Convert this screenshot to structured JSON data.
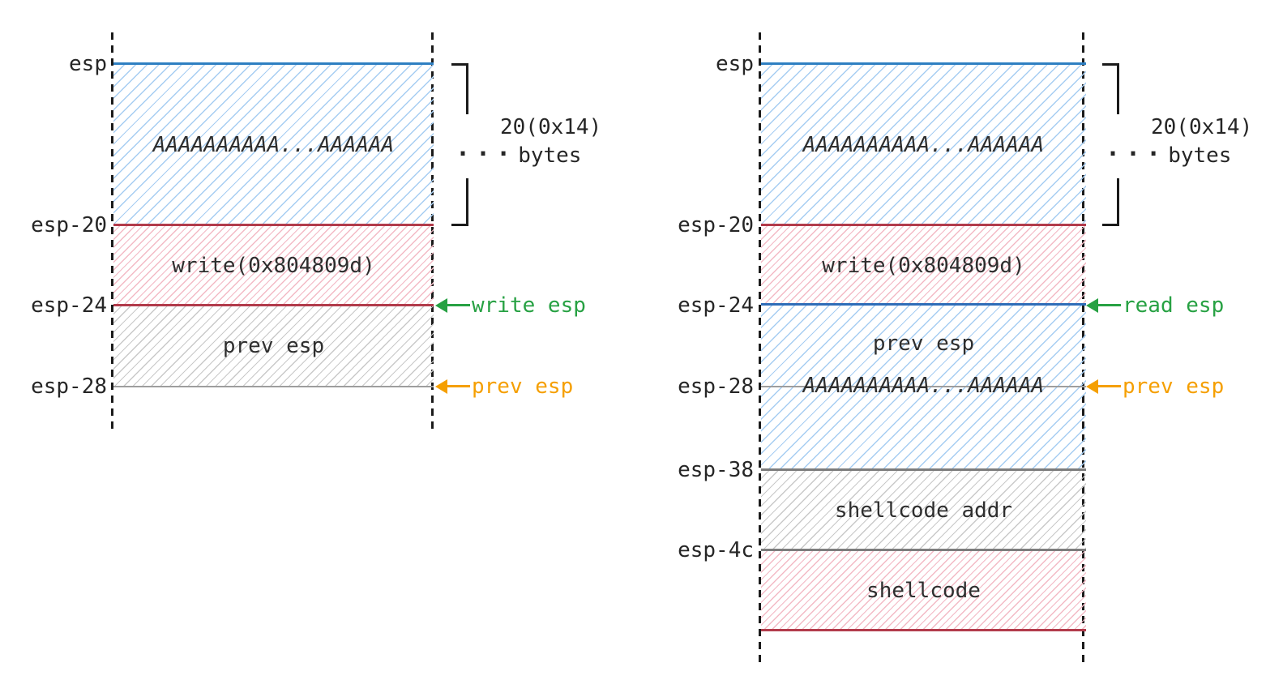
{
  "colors": {
    "box_blue_border": "#2e7fc2",
    "box_blue_hatch": "#a6cdf2",
    "box_red_border": "#b23b4b",
    "box_red_hatch": "#f3bac5",
    "box_gray_border": "#7d7d7d",
    "box_gray_hatch": "#c9c9c9",
    "esp24_blue_line": "#2f6db8",
    "thin_gray_line": "#9e9e9e",
    "pointer_green": "#27a143",
    "pointer_orange": "#f59f00",
    "dashed_line": "#1b1b1b",
    "text": "#262626"
  },
  "left": {
    "side_labels": [
      "esp",
      "esp-20",
      "esp-24",
      "esp-28"
    ],
    "regions": {
      "buffer": "AAAAAAAAAA...AAAAAA",
      "return_call": "write(0x804809d)",
      "saved_esp": "prev esp"
    },
    "bracket": {
      "size": "20(0x14)",
      "dots": "···",
      "unit": "bytes"
    },
    "pointers": {
      "green": "write esp",
      "orange": "prev esp"
    }
  },
  "right": {
    "side_labels": [
      "esp",
      "esp-20",
      "esp-24",
      "esp-28",
      "esp-38",
      "esp-4c"
    ],
    "regions": {
      "buffer": "AAAAAAAAAA...AAAAAA",
      "return_call": "write(0x804809d)",
      "prev_esp": "prev esp",
      "buffer2": "AAAAAAAAAA...AAAAAA",
      "shellcode_addr": "shellcode addr",
      "shellcode": "shellcode"
    },
    "bracket": {
      "size": "20(0x14)",
      "dots": "···",
      "unit": "bytes"
    },
    "pointers": {
      "green": "read esp",
      "orange": "prev esp"
    }
  }
}
